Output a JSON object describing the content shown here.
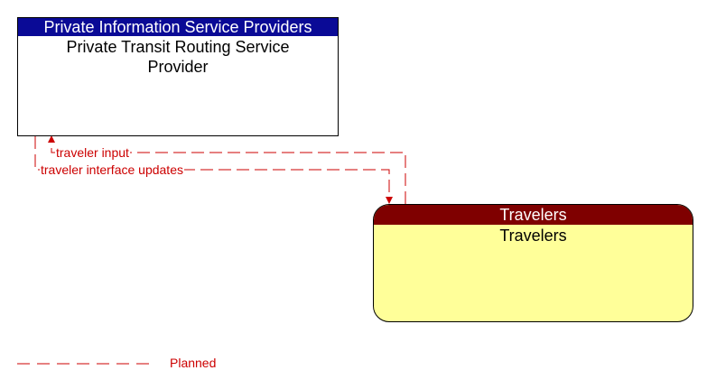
{
  "nodes": {
    "provider": {
      "header": "Private Information Service Providers",
      "title_line1": "Private Transit Routing Service",
      "title_line2": "Provider"
    },
    "travelers": {
      "header": "Travelers",
      "title": "Travelers"
    }
  },
  "flows": {
    "traveler_input": "traveler input",
    "traveler_interface_updates": "traveler interface updates"
  },
  "legend": {
    "planned": "Planned"
  },
  "colors": {
    "provider_header": "#0a0a96",
    "travelers_header": "#7f0000",
    "travelers_fill": "#ffff99",
    "flow_line": "#cc0000"
  }
}
